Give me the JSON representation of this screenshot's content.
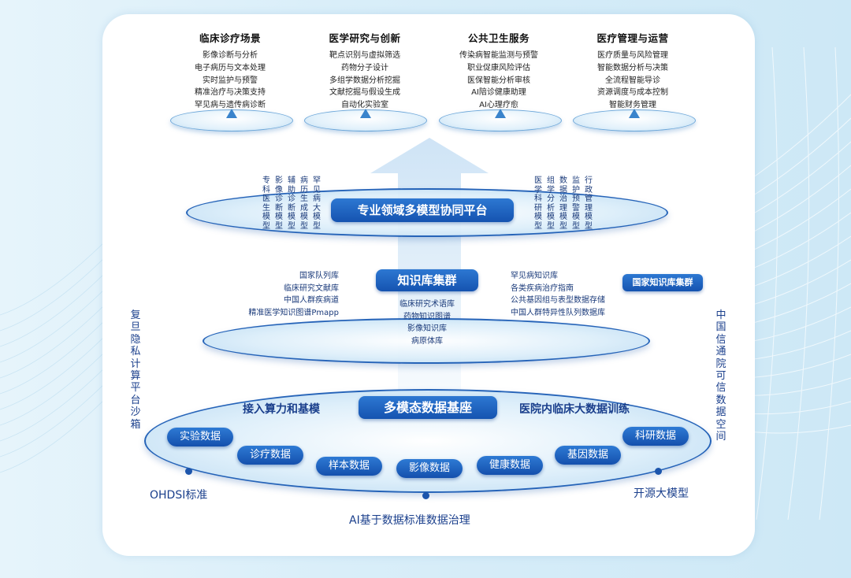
{
  "applications": [
    {
      "title": "临床诊疗场景",
      "items": [
        "影像诊断与分析",
        "电子病历与文本处理",
        "实时监护与预警",
        "精准治疗与决策支持",
        "罕见病与遗传病诊断"
      ]
    },
    {
      "title": "医学研究与创新",
      "items": [
        "靶点识别与虚拟筛选",
        "药物分子设计",
        "多组学数据分析挖掘",
        "文献挖掘与假设生成",
        "自动化实验室"
      ]
    },
    {
      "title": "公共卫生服务",
      "items": [
        "传染病智能监测与预警",
        "职业促康风险评估",
        "医保智能分析审核",
        "AI陪诊健康助理",
        "AI心理疗愈"
      ]
    },
    {
      "title": "医疗管理与运营",
      "items": [
        "医疗质量与风险管理",
        "智能数据分析与决策",
        "全流程智能导诊",
        "资源调度与成本控制",
        "智能财务管理"
      ]
    }
  ],
  "platform": {
    "title": "专业领域多模型协同平台",
    "left_models": [
      "专科医生模型",
      "影像诊断模型",
      "辅助诊断模型",
      "病历生成模型",
      "罕见病大模型"
    ],
    "right_models": [
      "医学科研模型",
      "组学分析模型",
      "数据治理模型",
      "监护预警模型",
      "行政管理模型"
    ]
  },
  "knowledge": {
    "title": "知识库集群",
    "left": [
      "国家队列库",
      "临床研究文献库",
      "中国人群疾病道",
      "精准医学知识图谱Pmapp"
    ],
    "center": [
      "临床研究术语库",
      "药物知识图谱",
      "影像知识库",
      "病原体库"
    ],
    "right": [
      "罕见病知识库",
      "各类疾病治疗指南",
      "公共基因组与表型数据存储",
      "中国人群特异性队列数据库"
    ],
    "national_tag": "国家知识库集群"
  },
  "base": {
    "title": "多模态数据基座",
    "left_label": "接入算力和基模",
    "right_label": "医院内临床大数据训练",
    "pills": [
      "实验数据",
      "诊疗数据",
      "样本数据",
      "影像数据",
      "健康数据",
      "基因数据",
      "科研数据"
    ]
  },
  "side_left": "复旦隐私计算平台沙箱",
  "side_right": "中国信通院可信数据空间",
  "bottom": {
    "left": "OHDSI标准",
    "right": "开源大模型",
    "center": "AI基于数据标准数据治理"
  },
  "colors": {
    "primary": "#1553b0",
    "accent": "#2d78d2",
    "text": "#1a3f8c",
    "background": "#d9eef9"
  }
}
